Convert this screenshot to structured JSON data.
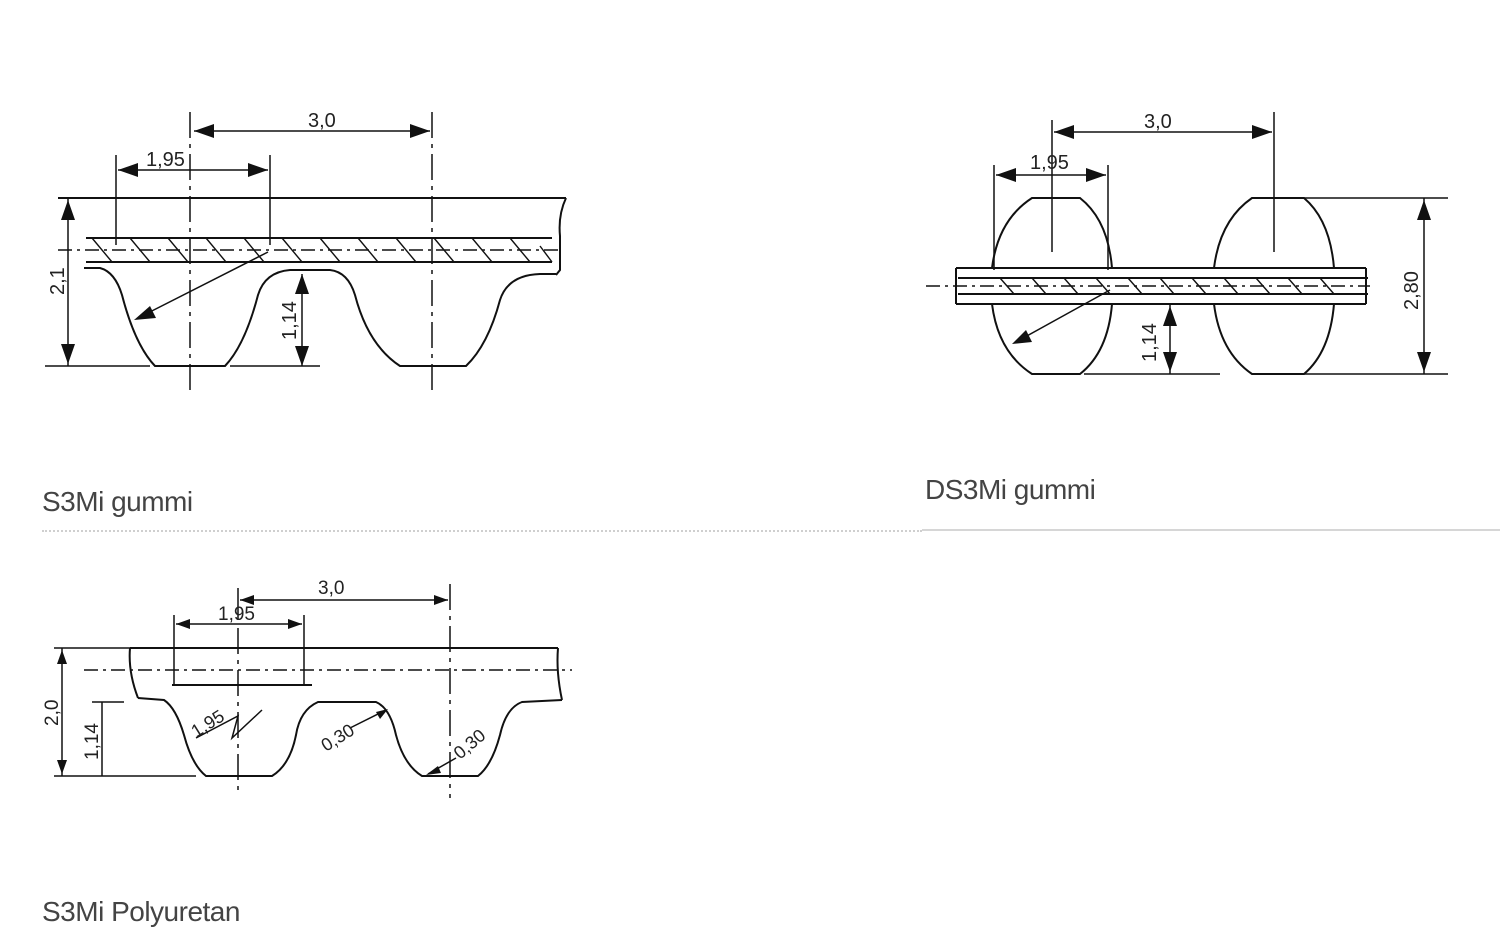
{
  "panels": [
    {
      "caption": "S3Mi gummi",
      "dims": {
        "pitch": "3,0",
        "tooth_width": "1,95",
        "height": "2,1",
        "tooth_height": "1,14"
      }
    },
    {
      "caption": "DS3Mi gummi",
      "dims": {
        "pitch": "3,0",
        "tooth_width": "1,95",
        "height": "2,80",
        "tooth_height": "1,14"
      }
    },
    {
      "caption": "S3Mi Polyuretan",
      "dims": {
        "pitch": "3,0",
        "tooth_width": "1,95",
        "height": "2,0",
        "tooth_height": "1,14",
        "tip_width": "1,95",
        "radius_1": "0,30",
        "radius_2": "0,30"
      }
    }
  ],
  "colors": {
    "line": "#111111",
    "caption": "#444444",
    "separator": "#cfcfcf"
  }
}
